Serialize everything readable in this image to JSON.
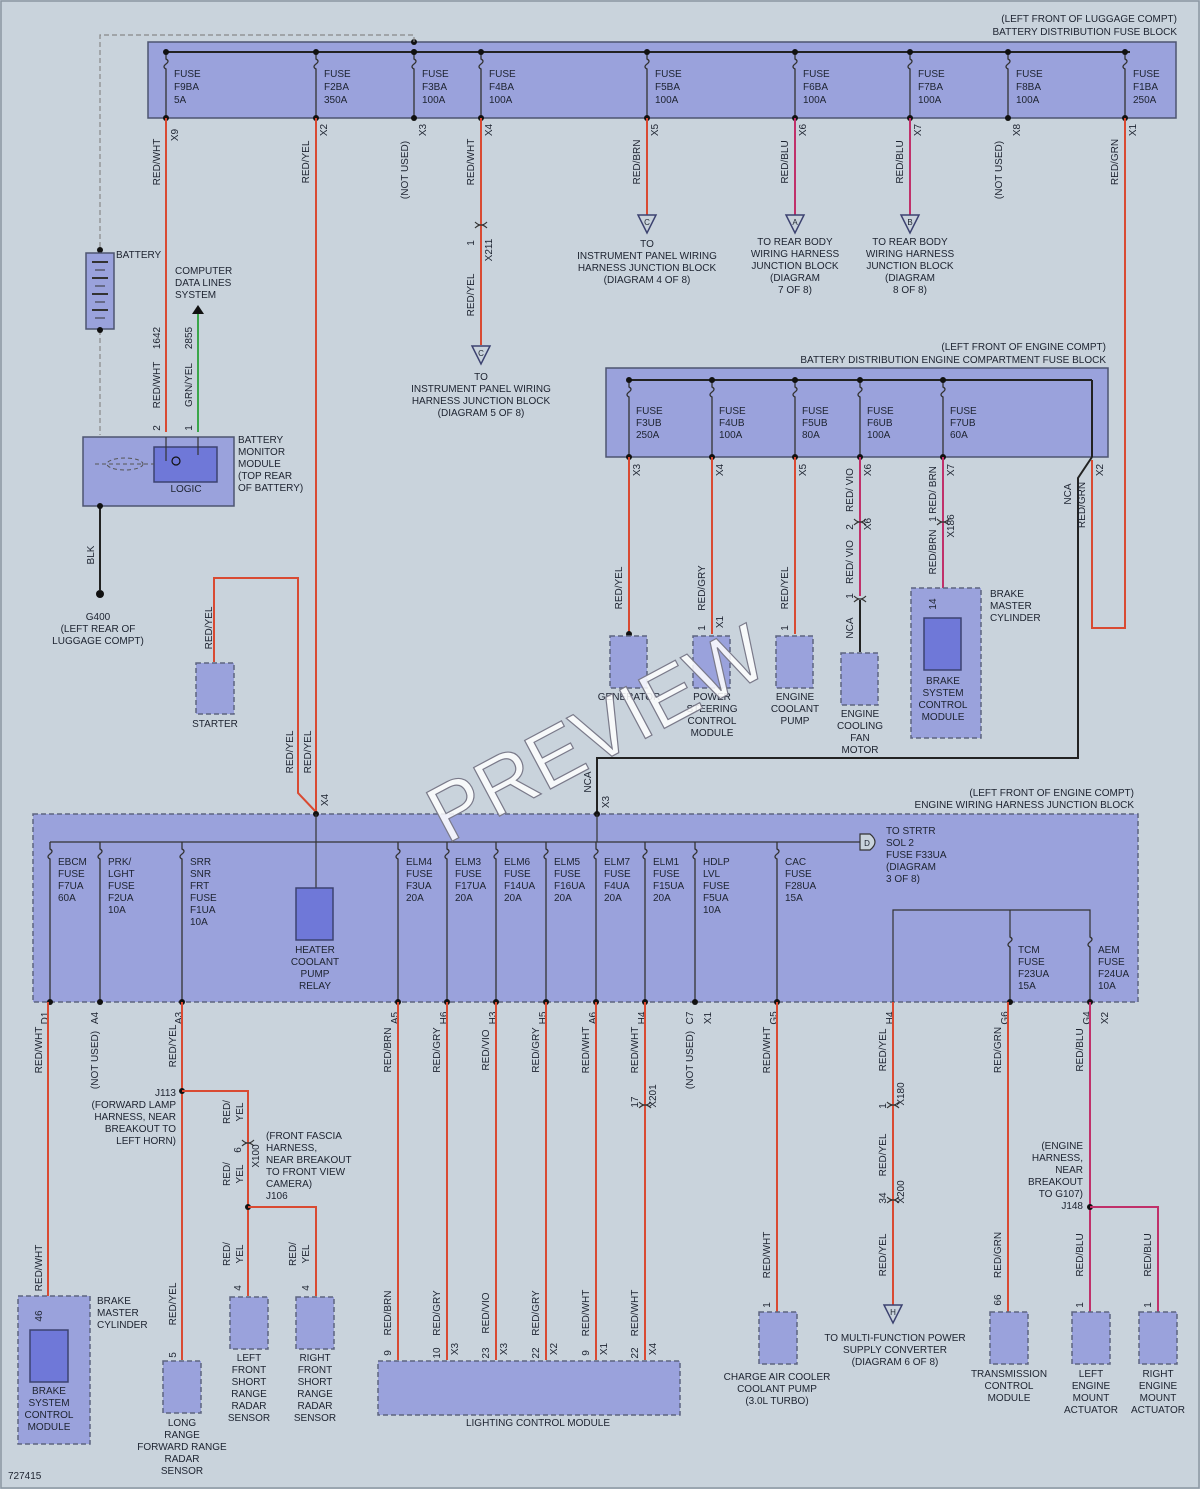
{
  "luggage_block": {
    "location": "(LEFT FRONT OF LUGGAGE COMPT)",
    "title": "BATTERY DISTRIBUTION FUSE BLOCK"
  },
  "luggage_fuses": [
    {
      "n": "F9BA",
      "a": "5A"
    },
    {
      "n": "F2BA",
      "a": "350A"
    },
    {
      "n": "F3BA",
      "a": "100A"
    },
    {
      "n": "F4BA",
      "a": "100A"
    },
    {
      "n": "F5BA",
      "a": "100A"
    },
    {
      "n": "F6BA",
      "a": "100A"
    },
    {
      "n": "F7BA",
      "a": "100A"
    },
    {
      "n": "F8BA",
      "a": "100A"
    },
    {
      "n": "F1BA",
      "a": "250A"
    }
  ],
  "fuse_word": "FUSE",
  "luggage_pins": [
    "X9",
    "X2",
    "X3",
    "X4",
    "X5",
    "X6",
    "X7",
    "X8",
    "X1"
  ],
  "luggage_wires": [
    "RED/WHT",
    "RED/YEL",
    "(NOT USED)",
    "RED/WHT",
    "RED/BRN",
    "RED/BLU",
    "RED/BLU",
    "(NOT USED)",
    "RED/GRN"
  ],
  "conn_x211": "X211",
  "conn_x211_pin": "1",
  "wire_x211_out": "RED/YEL",
  "ref_a": "A",
  "ref_b": "B",
  "ref_c": "C",
  "ref_d": "D",
  "ref_h": "H",
  "to_ip_4": [
    "TO",
    "INSTRUMENT PANEL WIRING",
    "HARNESS JUNCTION BLOCK",
    "(DIAGRAM 4 OF 8)"
  ],
  "to_rear_7": [
    "TO REAR BODY",
    "WIRING HARNESS",
    "JUNCTION BLOCK",
    "(DIAGRAM",
    "7 OF 8)"
  ],
  "to_rear_8": [
    "TO REAR BODY",
    "WIRING HARNESS",
    "JUNCTION BLOCK",
    "(DIAGRAM",
    "8 OF 8)"
  ],
  "to_ip_5": [
    "TO",
    "INSTRUMENT PANEL WIRING",
    "HARNESS JUNCTION BLOCK",
    "(DIAGRAM 5 OF 8)"
  ],
  "battery_label": "BATTERY",
  "cdl": [
    "COMPUTER",
    "DATA LINES",
    "SYSTEM"
  ],
  "bmm_wire1": {
    "circuit": "1642",
    "color": "RED/WHT",
    "pin": "2"
  },
  "bmm_wire2": {
    "circuit": "2855",
    "color": "GRN/YEL",
    "pin": "1"
  },
  "bmm": [
    "BATTERY",
    "MONITOR",
    "MODULE",
    "(TOP REAR",
    "OF BATTERY)"
  ],
  "logic": "LOGIC",
  "blk": "BLK",
  "g400": [
    "G400",
    "(LEFT REAR OF",
    "LUGGAGE COMPT)"
  ],
  "starter": {
    "wire": "RED/YEL",
    "label": "STARTER"
  },
  "engine_block": {
    "location": "(LEFT FRONT OF ENGINE COMPT)",
    "title": "BATTERY DISTRIBUTION ENGINE COMPARTMENT FUSE BLOCK"
  },
  "engine_fuses": [
    {
      "n": "F3UB",
      "a": "250A"
    },
    {
      "n": "F4UB",
      "a": "100A"
    },
    {
      "n": "F5UB",
      "a": "80A"
    },
    {
      "n": "F6UB",
      "a": "100A"
    },
    {
      "n": "F7UB",
      "a": "60A"
    }
  ],
  "engine_pins": [
    "X3",
    "X4",
    "X5",
    "X6",
    "X7",
    "X2"
  ],
  "engine_wires": [
    "RED/YEL",
    "RED/GRY",
    "RED/YEL",
    "RED/ VIO",
    "RED/ BRN",
    "NCA",
    "RED/GRN"
  ],
  "x6_conn": {
    "pin": "2",
    "name": "X6",
    "wire_below": "RED/ VIO"
  },
  "x186_conn": {
    "pin": "1",
    "name": "X186",
    "wire_below": "RED/BRN"
  },
  "eng_loads": [
    {
      "pin": "",
      "label": [
        "GENERATOR"
      ]
    },
    {
      "pin": "1",
      "pin2": "X1",
      "label": [
        "POWER",
        "STEERING",
        "CONTROL",
        "MODULE"
      ]
    },
    {
      "pin": "1",
      "label": [
        "ENGINE",
        "COOLANT",
        "PUMP"
      ]
    },
    {
      "pin": "1",
      "wire": "NCA",
      "label": [
        "ENGINE",
        "COOLING",
        "FAN",
        "MOTOR"
      ]
    },
    {
      "pin": "14",
      "label": [
        "BRAKE",
        "SYSTEM",
        "CONTROL",
        "MODULE"
      ]
    }
  ],
  "brake_master": [
    "BRAKE",
    "MASTER",
    "CYLINDER"
  ],
  "red_yel": "RED/YEL",
  "nca": "NCA",
  "x4": "X4",
  "x3": "X3",
  "ewhjb": {
    "location": "(LEFT FRONT OF ENGINE COMPT)",
    "title": "ENGINE WIRING HARNESS JUNCTION BLOCK"
  },
  "to_strtr": [
    "TO STRTR",
    "SOL 2",
    "FUSE F33UA",
    "(DIAGRAM",
    "3 OF 8)"
  ],
  "junction_fuses": [
    {
      "name": "EBCM",
      "n": "F7UA",
      "a": "60A"
    },
    {
      "name": "PRK/ LGHT",
      "n": "F2UA",
      "a": "10A"
    },
    {
      "name": "SRR SNR FRT",
      "n": "F1UA",
      "a": "10A"
    },
    {
      "name": "ELM4",
      "n": "F3UA",
      "a": "20A"
    },
    {
      "name": "ELM3",
      "n": "F17UA",
      "a": "20A"
    },
    {
      "name": "ELM6",
      "n": "F14UA",
      "a": "20A"
    },
    {
      "name": "ELM5",
      "n": "F16UA",
      "a": "20A"
    },
    {
      "name": "ELM7",
      "n": "F4UA",
      "a": "20A"
    },
    {
      "name": "ELM1",
      "n": "F15UA",
      "a": "20A"
    },
    {
      "name": "HDLP LVL",
      "n": "F5UA",
      "a": "10A"
    },
    {
      "name": "CAC",
      "n": "F28UA",
      "a": "15A"
    },
    {
      "name": "TCM",
      "n": "F23UA",
      "a": "15A"
    },
    {
      "name": "AEM",
      "n": "F24UA",
      "a": "10A"
    }
  ],
  "hcpr": [
    "HEATER",
    "COOLANT",
    "PUMP",
    "RELAY"
  ],
  "bottom_pins": [
    "D1",
    "A4",
    "A3",
    "A5",
    "H6",
    "H3",
    "H5",
    "A6",
    "H4",
    "C7",
    "X1",
    "G5",
    "H4",
    "G6",
    "G4",
    "X2"
  ],
  "bottom_wires": [
    "RED/WHT",
    "(NOT USED)",
    "RED/YEL",
    "RED/BRN",
    "RED/GRY",
    "RED/VIO",
    "RED/GRY",
    "RED/WHT",
    "RED/WHT",
    "(NOT USED)",
    "RED/WHT",
    "RED/YEL",
    "RED/GRN",
    "RED/BLU"
  ],
  "j113": [
    "J113",
    "(FORWARD LAMP",
    "HARNESS, NEAR",
    "BREAKOUT TO",
    "LEFT HORN)"
  ],
  "j106": [
    "(FRONT FASCIA",
    "HARNESS,",
    "NEAR BREAKOUT",
    "TO FRONT VIEW",
    "CAMERA)",
    "J106"
  ],
  "red_yel_split": [
    "RED/",
    "YEL"
  ],
  "x100": {
    "pin": "6",
    "name": "X100"
  },
  "x201": {
    "pin": "17",
    "name": "X201"
  },
  "x180": {
    "pin": "1",
    "name": "X180"
  },
  "x200": {
    "pin": "34",
    "name": "X200"
  },
  "j148": [
    "(ENGINE",
    "HARNESS,",
    "NEAR",
    "BREAKOUT",
    "TO G107)",
    "J148"
  ],
  "b_loads": {
    "bscm": {
      "pin": "46",
      "label": [
        "BRAKE",
        "SYSTEM",
        "CONTROL",
        "MODULE"
      ]
    },
    "bmc": [
      "BRAKE",
      "MASTER",
      "CYLINDER"
    ],
    "lrfr": {
      "pin": "5",
      "label": [
        "LONG",
        "RANGE",
        "FORWARD RANGE",
        "RADAR",
        "SENSOR"
      ]
    },
    "lfsr": {
      "pin": "4",
      "label": [
        "LEFT",
        "FRONT",
        "SHORT",
        "RANGE",
        "RADAR",
        "SENSOR"
      ]
    },
    "rfsr": {
      "pin": "4",
      "label": [
        "RIGHT",
        "FRONT",
        "SHORT",
        "RANGE",
        "RADAR",
        "SENSOR"
      ]
    },
    "lcm": {
      "label": "LIGHTING CONTROL MODULE",
      "pins": [
        "9",
        "10",
        "23",
        "22",
        "9",
        "22"
      ],
      "conns": [
        "X3",
        "X3",
        "X2",
        "X1",
        "X4"
      ]
    },
    "cacp": {
      "pin": "1",
      "label": [
        "CHARGE AIR COOLER",
        "COOLANT PUMP",
        "(3.0L TURBO)"
      ]
    },
    "mfps": [
      "TO MULTI-FUNCTION POWER",
      "SUPPLY CONVERTER",
      "(DIAGRAM 6 OF 8)"
    ],
    "tcm": {
      "pin": "66",
      "label": [
        "TRANSMISSION",
        "CONTROL",
        "MODULE"
      ]
    },
    "lema": {
      "pin": "1",
      "label": [
        "LEFT",
        "ENGINE",
        "MOUNT",
        "ACTUATOR"
      ]
    },
    "rema": {
      "pin": "1",
      "label": [
        "RIGHT",
        "ENGINE",
        "MOUNT",
        "ACTUATOR"
      ]
    }
  },
  "figure_id": "727415",
  "watermark": "PREVIEW"
}
